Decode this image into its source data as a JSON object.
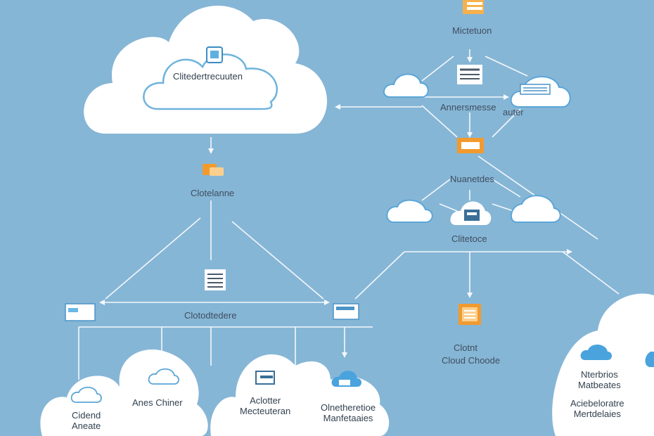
{
  "labels": {
    "main_cloud": "Clitedertrecuuten",
    "top_right": "Mictetuon",
    "right_upper_row": "Annersmesse",
    "right_upper_row2": "auter",
    "orange_node": "Nuanetdes",
    "mid_right_row": "Clitetoce",
    "left_column": "Clotelanne",
    "left_connector": "Clotodtedere",
    "bottom_cloud_1_line1": "Cidend",
    "bottom_cloud_1_line2": "Aneate",
    "bottom_cloud_2": "Anes Chiner",
    "bottom_cloud_3_line1": "Aclotter",
    "bottom_cloud_3_line2": "Mecteuteran",
    "bottom_cloud_4_line1": "Olnetheretioe",
    "bottom_cloud_4_line2": "Manfetaaies",
    "right_bottom_1": "Clotnt",
    "right_bottom_2": "Cloud Choode",
    "far_right_1_line1": "Nterbrios",
    "far_right_1_line2": "Matbeates",
    "far_right_2_line1": "Aciebeloratre",
    "far_right_2_line2": "Mertdelaies"
  },
  "colors": {
    "background": "#86b6d6",
    "cloud_fill": "#ffffff",
    "line": "#f4f8fb",
    "accent_orange": "#f29a2e",
    "accent_blue": "#4aa3dc"
  },
  "icons": [
    "browser-icon",
    "folder-icon",
    "document-icon",
    "server-icon",
    "cloud-icon",
    "database-icon",
    "window-icon"
  ]
}
